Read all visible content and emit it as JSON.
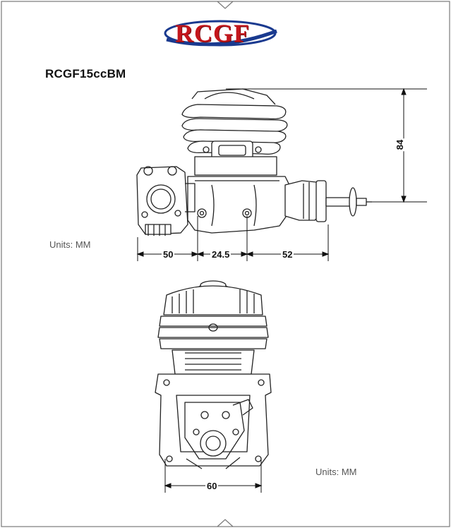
{
  "brand": {
    "logo_text": "RCGF",
    "logo_color": "#c4161c",
    "swoosh_color": "#1a3a8f"
  },
  "model": "RCGF15ccBM",
  "units_label": "Units: MM",
  "dimensions": {
    "side_view": [
      "50",
      "24.5",
      "52"
    ],
    "height": "84",
    "bottom_width": "60"
  }
}
